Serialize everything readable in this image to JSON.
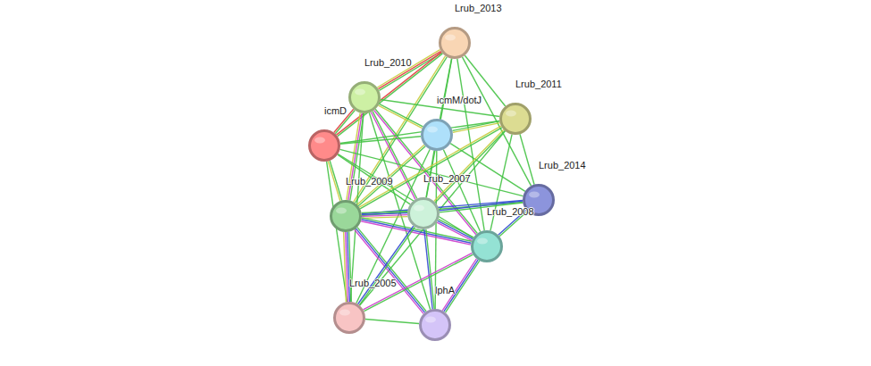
{
  "diagram": {
    "nodes": [
      {
        "text": [
          "Lrub_2013"
        ]
      },
      {
        "text": [
          "Lrub_2010"
        ]
      },
      {
        "text": [
          "icmD"
        ]
      },
      {
        "text": [
          "icmM/dotJ"
        ]
      },
      {
        "text": [
          "Lrub_2011"
        ]
      },
      {
        "text": [
          "Lrub_2014"
        ]
      },
      {
        "text": [
          "Lrub_2009"
        ]
      },
      {
        "text": [
          "Lrub_2007"
        ]
      },
      {
        "text": [
          "Lrub_2008"
        ]
      },
      {
        "text": [
          "Lrub_2005"
        ]
      },
      {
        "text": [
          "lphA"
        ]
      }
    ],
    "edges": [
      {
        "from": 0,
        "to": 1,
        "arrow": "none"
      },
      {
        "from": 0,
        "to": 2,
        "arrow": "none"
      },
      {
        "from": 0,
        "to": 3,
        "arrow": "none"
      },
      {
        "from": 0,
        "to": 4,
        "arrow": "none"
      },
      {
        "from": 0,
        "to": 5,
        "arrow": "none"
      },
      {
        "from": 0,
        "to": 6,
        "arrow": "none"
      },
      {
        "from": 0,
        "to": 7,
        "arrow": "none"
      },
      {
        "from": 0,
        "to": 8,
        "arrow": "none"
      },
      {
        "from": 1,
        "to": 2,
        "arrow": "none"
      },
      {
        "from": 1,
        "to": 3,
        "arrow": "none"
      },
      {
        "from": 1,
        "to": 4,
        "arrow": "none"
      },
      {
        "from": 1,
        "to": 6,
        "arrow": "none"
      },
      {
        "from": 1,
        "to": 7,
        "arrow": "none"
      },
      {
        "from": 1,
        "to": 8,
        "arrow": "none"
      },
      {
        "from": 1,
        "to": 9,
        "arrow": "none"
      },
      {
        "from": 1,
        "to": 10,
        "arrow": "none"
      },
      {
        "from": 2,
        "to": 3,
        "arrow": "none"
      },
      {
        "from": 2,
        "to": 4,
        "arrow": "none"
      },
      {
        "from": 2,
        "to": 5,
        "arrow": "none"
      },
      {
        "from": 2,
        "to": 6,
        "arrow": "none"
      },
      {
        "from": 2,
        "to": 7,
        "arrow": "none"
      },
      {
        "from": 2,
        "to": 8,
        "arrow": "none"
      },
      {
        "from": 2,
        "to": 9,
        "arrow": "none"
      },
      {
        "from": 3,
        "to": 4,
        "arrow": "none"
      },
      {
        "from": 3,
        "to": 5,
        "arrow": "none"
      },
      {
        "from": 3,
        "to": 6,
        "arrow": "none"
      },
      {
        "from": 3,
        "to": 7,
        "arrow": "none"
      },
      {
        "from": 3,
        "to": 8,
        "arrow": "none"
      },
      {
        "from": 3,
        "to": 9,
        "arrow": "none"
      },
      {
        "from": 3,
        "to": 10,
        "arrow": "none"
      },
      {
        "from": 4,
        "to": 5,
        "arrow": "none"
      },
      {
        "from": 4,
        "to": 6,
        "arrow": "none"
      },
      {
        "from": 4,
        "to": 7,
        "arrow": "none"
      },
      {
        "from": 4,
        "to": 8,
        "arrow": "none"
      },
      {
        "from": 4,
        "to": 9,
        "arrow": "none"
      },
      {
        "from": 5,
        "to": 6,
        "arrow": "none"
      },
      {
        "from": 5,
        "to": 7,
        "arrow": "none"
      },
      {
        "from": 5,
        "to": 8,
        "arrow": "none"
      },
      {
        "from": 6,
        "to": 7,
        "arrow": "none"
      },
      {
        "from": 6,
        "to": 8,
        "arrow": "none"
      },
      {
        "from": 6,
        "to": 9,
        "arrow": "none"
      },
      {
        "from": 6,
        "to": 10,
        "arrow": "none"
      },
      {
        "from": 7,
        "to": 8,
        "arrow": "none"
      },
      {
        "from": 7,
        "to": 9,
        "arrow": "none"
      },
      {
        "from": 7,
        "to": 10,
        "arrow": "none"
      },
      {
        "from": 8,
        "to": 9,
        "arrow": "none"
      },
      {
        "from": 8,
        "to": 10,
        "arrow": "none"
      },
      {
        "from": 9,
        "to": 10,
        "arrow": "none"
      }
    ]
  }
}
